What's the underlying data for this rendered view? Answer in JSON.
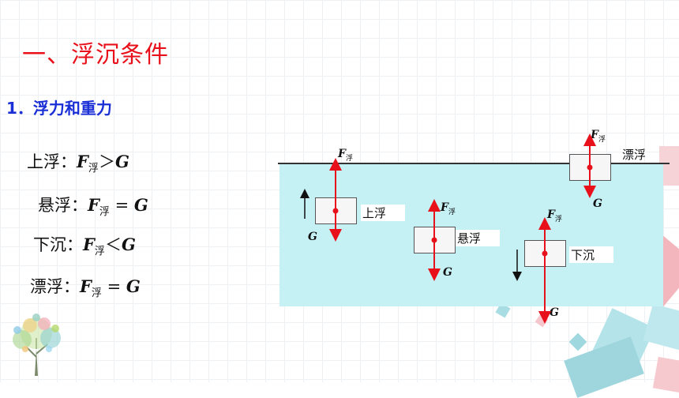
{
  "slide": {
    "title": "一、浮沉条件",
    "subtitle": "1．浮力和重力"
  },
  "conditions": [
    {
      "name": "上浮：",
      "F": "F",
      "sub": "浮",
      "op": "＞",
      "G": "G"
    },
    {
      "name": "悬浮：",
      "F": "F",
      "sub": "浮",
      "op": " = ",
      "G": "G"
    },
    {
      "name": "下沉：",
      "F": "F",
      "sub": "浮",
      "op": "＜",
      "G": "G"
    },
    {
      "name": "漂浮：",
      "F": "F",
      "sub": "浮",
      "op": " = ",
      "G": "G"
    }
  ],
  "diagram": {
    "objects": [
      {
        "label": "上浮",
        "f_label": "F",
        "f_sub": "浮",
        "g_label": "G"
      },
      {
        "label": "悬浮",
        "f_label": "F",
        "f_sub": "浮",
        "g_label": "G"
      },
      {
        "label": "下沉",
        "f_label": "F",
        "f_sub": "浮",
        "g_label": "G"
      },
      {
        "label": "漂浮",
        "f_label": "F",
        "f_sub": "浮",
        "g_label": "G"
      }
    ]
  },
  "colors": {
    "title": "#e8101a",
    "subtitle": "#1a2fd6",
    "arrow": "#e8101a",
    "water": "#c5f0f4"
  },
  "icons": [
    "tree-logo-icon"
  ]
}
